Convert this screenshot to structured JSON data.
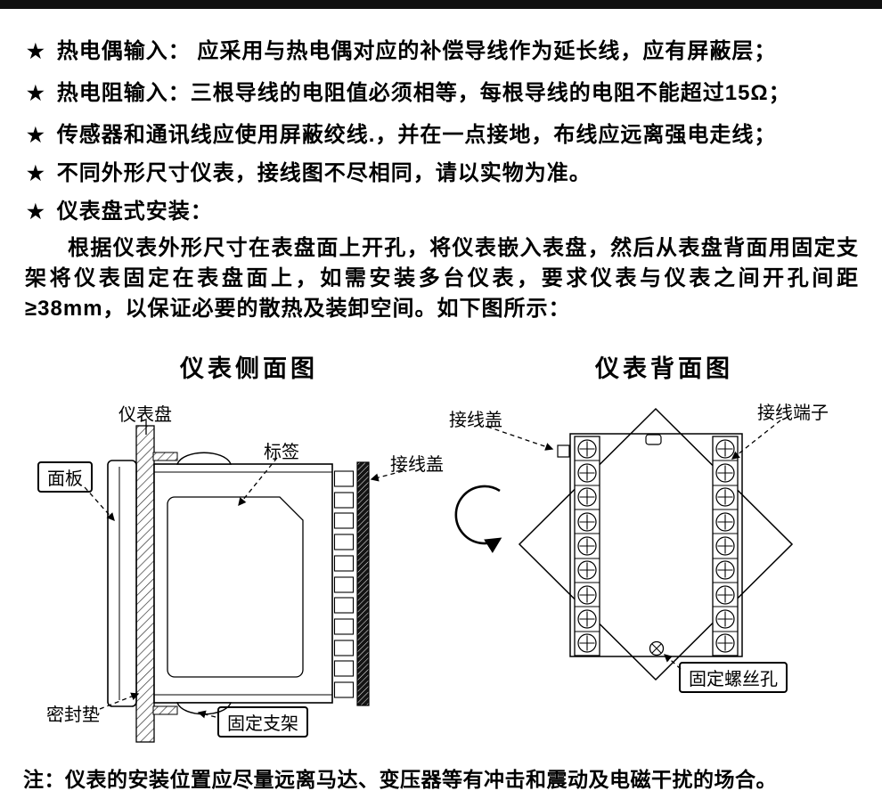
{
  "bullets": [
    {
      "star": "★",
      "text": "热电偶输入： 应采用与热电偶对应的补偿导线作为延长线，应有屏蔽层；"
    },
    {
      "star": "★",
      "text": "热电阻输入：三根导线的电阻值必须相等，每根导线的电阻不能超过15Ω；"
    },
    {
      "star": "★",
      "text": "传感器和通讯线应使用屏蔽绞线.，并在一点接地，布线应远离强电走线；"
    },
    {
      "star": "★",
      "text": "不同外形尺寸仪表，接线图不尽相同，请以实物为准。"
    },
    {
      "star": "★",
      "text": "仪表盘式安装："
    }
  ],
  "paragraph": "根据仪表外形尺寸在表盘面上开孔，将仪表嵌入表盘，然后从表盘背面用固定支架将仪表固定在表盘面上，如需安装多台仪表，要求仪表与仪表之间开孔间距≥38mm，以保证必要的散热及装卸空间。如下图所示：",
  "side_view": {
    "title": "仪表侧面图",
    "labels": {
      "panel": "仪表盘",
      "front": "面板",
      "tag": "标签",
      "cover": "接线盖",
      "gasket": "密封垫",
      "bracket": "固定支架"
    }
  },
  "back_view": {
    "title": "仪表背面图",
    "labels": {
      "cover": "接线盖",
      "terminal": "接线端子",
      "screw_hole": "固定螺丝孔"
    }
  },
  "note": "注：仪表的安装位置应尽量远离马达、变压器等有冲击和震动及电磁干扰的场合。"
}
